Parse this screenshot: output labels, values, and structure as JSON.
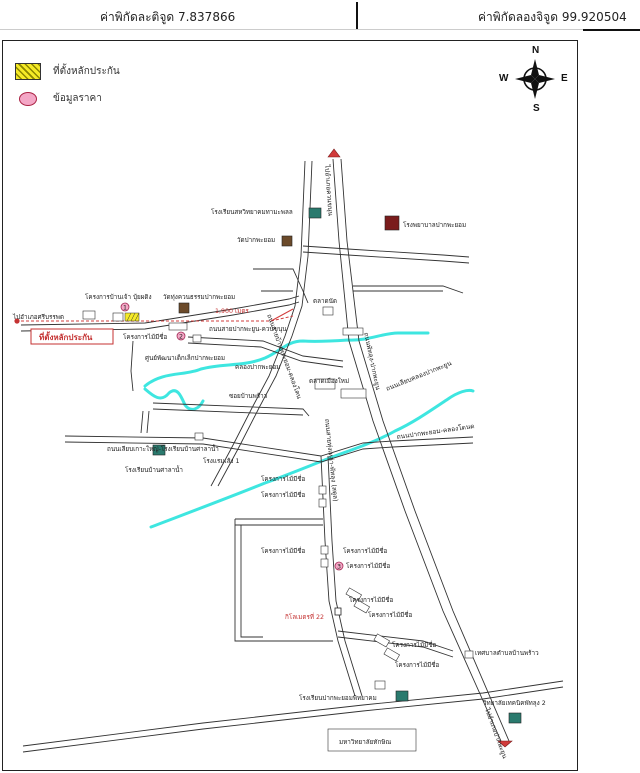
{
  "header": {
    "latitude_label": "ค่าพิกัดละติจูด 7.837866",
    "longitude_label": "ค่าพิกัดลองจิจูด 99.920504"
  },
  "legend": [
    {
      "symbol": "hatch-yellow-swatch",
      "label": "ที่ตั้งหลักประกัน"
    },
    {
      "symbol": "pink-circle",
      "label": "ข้อมูลราคา"
    }
  ],
  "compass": {
    "n": "N",
    "s": "S",
    "e": "E",
    "w": "W"
  },
  "map": {
    "distance_label": "1,900 เมตร",
    "collateral_box_label": "ที่ตั้งหลักประกัน",
    "to_hospital_label": "ไปอำเภอศรีบรรพต",
    "roads": {
      "north_road": "ไปอำเภอควนขนุน",
      "pak_phayun_road": "ถนนพัทลุง-ปากพะยูน",
      "phanan_road": "ถนนสายปากพะยูน-ควนขนุน",
      "local_road": "ถนนสายบ้านพระยอม-คลองโคน",
      "side_road": "ถนนเลียบคลองปากพะยูน",
      "east_road": "ถนนปากพะยอม-คลองโดนด",
      "south_road": "ถนนสายทุ่งเหล่า-พัทลุง (สตูล)",
      "bottom_road": "ไปอำเภอปากพะยูน",
      "lower_road": "ถนนเลียบเกาะใหญ่-โรงเรียนบ้านศาลาน้ำ"
    },
    "places": {
      "school_top": "โรงเรียนสหวิทยาคมทามะพลล",
      "hospital": "โรงพยาบาลปากพะยอม",
      "temple": "วัดปากพะยอม",
      "market": "ตลาดนัด",
      "project_top": "โครงการบ้านเจ้า บุ้ยผดิง",
      "temple_2": "วัดทุ่งควนธรรมปากพะยอม",
      "project_mid": "โครงการไม้มีชื่อ",
      "center": "ศูนย์พัฒนาเด็กเล็กปากพะยอม",
      "canal": "คลองปากพะยอม",
      "new_market": "ตลาดเมืองใหม่",
      "soi": "ซอยบ้านพร้าว",
      "school_left": "โรงเรียนบ้านศาลาน้ำ",
      "inn": "โรงแรมเส้ง 1",
      "km_marker": "กิโลเมตรที่ 22",
      "municipality": "เทศบาลตำบลบ้านพร้าว",
      "school_bottom": "โรงเรียนปากพะยอมพิทยาคม",
      "college": "วิทยาลัยเทคนิคพัทลุง 2",
      "university": "มหาวิทยาลัยทักษิณ"
    },
    "project_label": "โครงการไม้มีชื่อ",
    "price_markers": [
      "1",
      "2",
      "3"
    ]
  }
}
